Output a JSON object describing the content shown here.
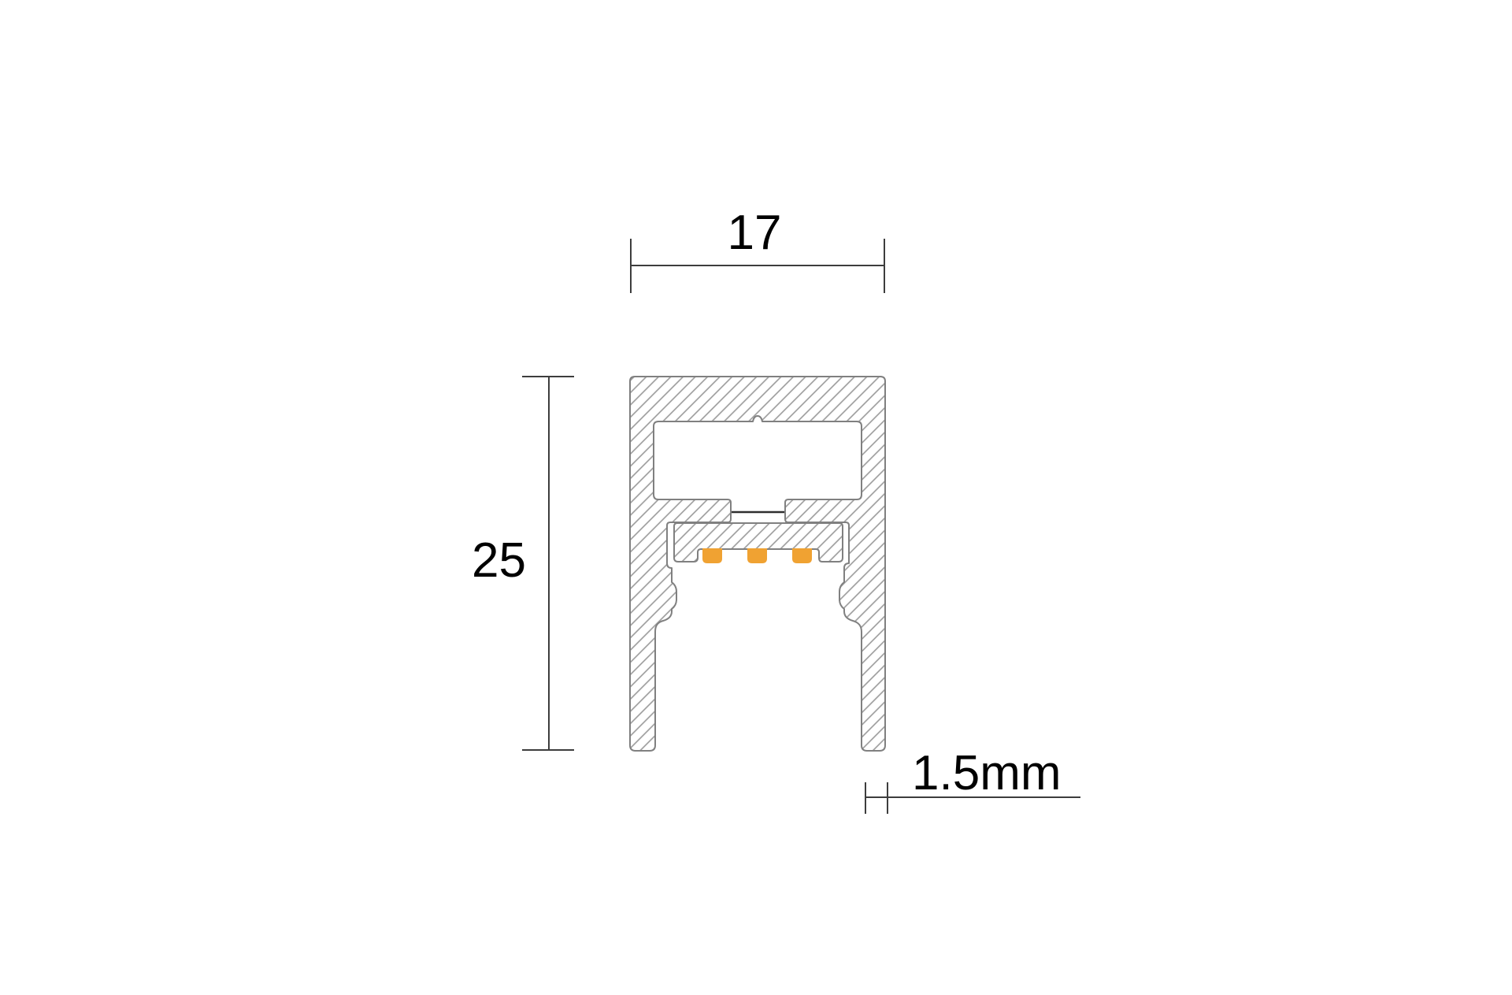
{
  "drawing": {
    "type": "led-profile-cross-section",
    "dimensions": {
      "width_label": "17",
      "height_label": "25",
      "wall_label": "1.5mm"
    },
    "led_count": 3
  },
  "colors": {
    "background": "#ffffff",
    "outline": "#808080",
    "hatch": "#999999",
    "dimension": "#3d3d3d",
    "label": "#000000",
    "led": "#f0a232",
    "slotline": "#2f2f2f"
  }
}
